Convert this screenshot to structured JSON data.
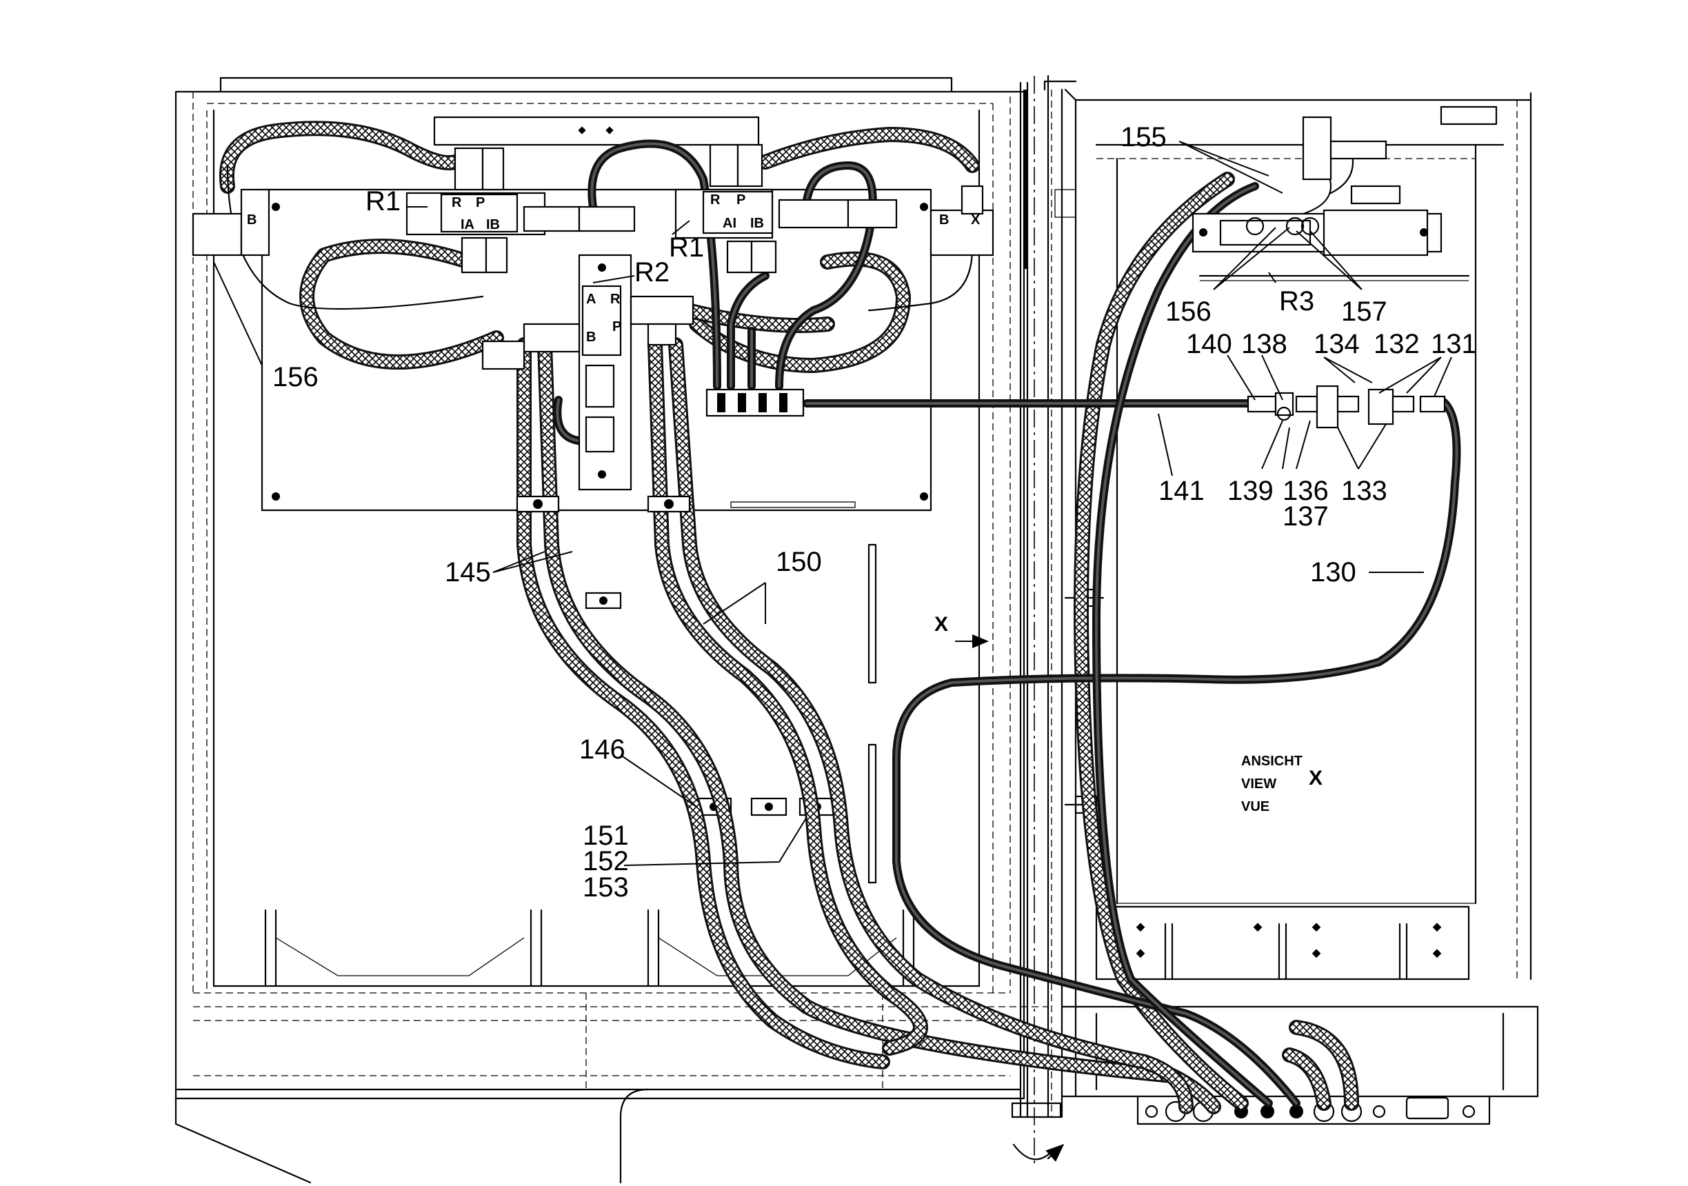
{
  "labels": {
    "r1_left": "R1",
    "r1_right": "R1",
    "r2": "R2",
    "r3": "R3",
    "n155": "155",
    "n156_left": "156",
    "n156_right": "156",
    "n157": "157",
    "n140": "140",
    "n138": "138",
    "n134": "134",
    "n132": "132",
    "n131": "131",
    "n141": "141",
    "n139": "139",
    "n136": "136",
    "n137": "137",
    "n133": "133",
    "n130": "130",
    "n145": "145",
    "n150": "150",
    "n146": "146",
    "n151": "151",
    "n152": "152",
    "n153": "153",
    "x_arrow": "X",
    "view_de": "ANSICHT",
    "view_en": "VIEW",
    "view_fr": "VUE",
    "view_x": "X"
  },
  "valve_ports": {
    "v1": [
      "R",
      "P",
      "IA",
      "IB"
    ],
    "v2": [
      "R",
      "P",
      "AI",
      "IB"
    ],
    "r2": [
      "A",
      "R",
      "P",
      "B"
    ],
    "end_left": "B",
    "end_right_b": "B",
    "end_right_x": "X"
  }
}
